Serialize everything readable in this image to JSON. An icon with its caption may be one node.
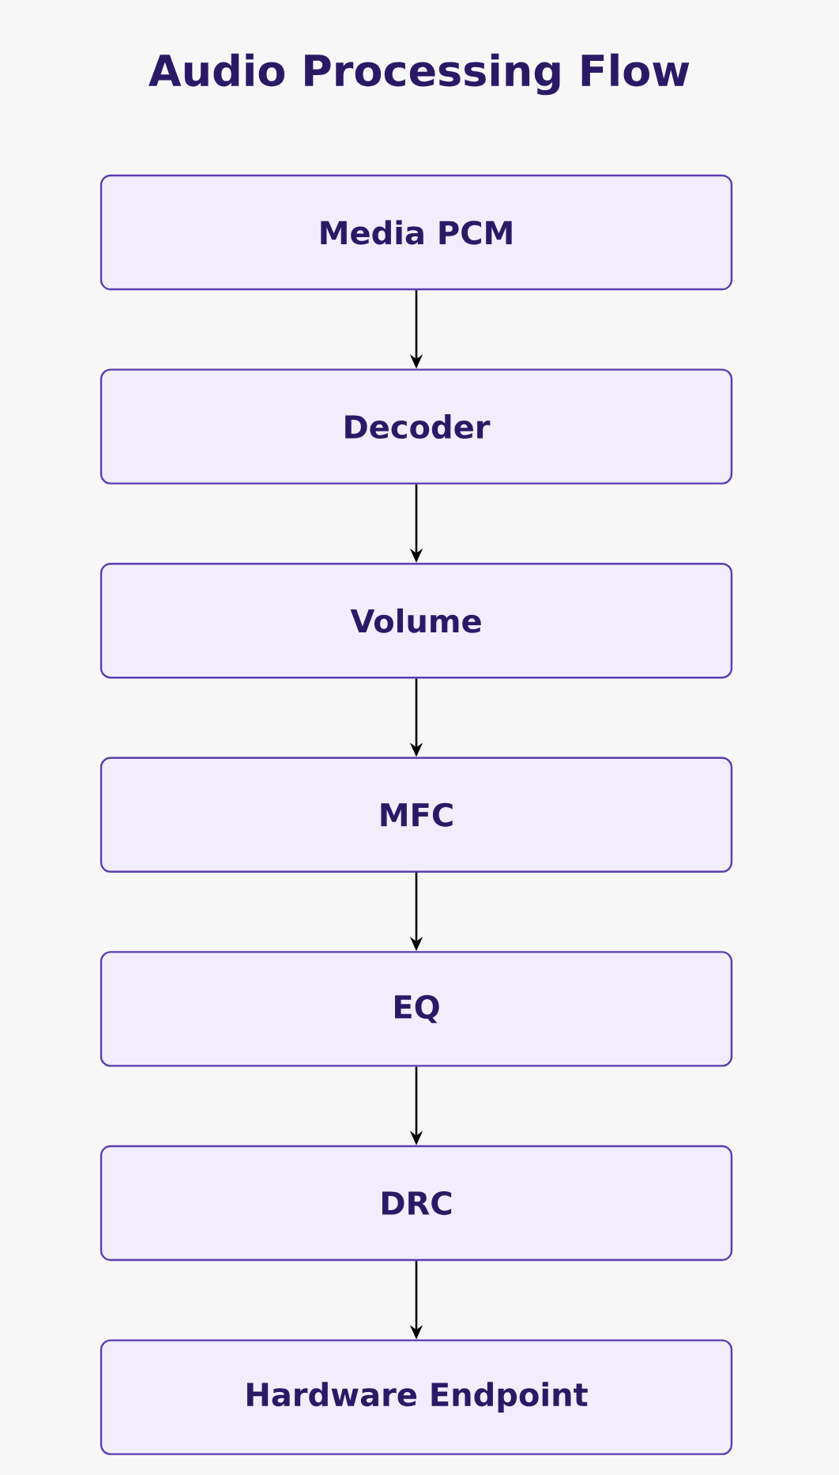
{
  "diagram": {
    "title": "Audio Processing Flow",
    "nodes": [
      {
        "text": [
          "Media PCM"
        ]
      },
      {
        "text": [
          "Decoder"
        ]
      },
      {
        "text": [
          "Volume"
        ]
      },
      {
        "text": [
          "MFC"
        ]
      },
      {
        "text": [
          "EQ"
        ]
      },
      {
        "text": [
          "DRC"
        ]
      },
      {
        "text": [
          "Hardware Endpoint"
        ]
      }
    ],
    "edges": [
      {
        "from": 0,
        "to": 1,
        "arrow": "to"
      },
      {
        "from": 1,
        "to": 2,
        "arrow": "to"
      },
      {
        "from": 2,
        "to": 3,
        "arrow": "to"
      },
      {
        "from": 3,
        "to": 4,
        "arrow": "to"
      },
      {
        "from": 4,
        "to": 5,
        "arrow": "to"
      },
      {
        "from": 5,
        "to": 6,
        "arrow": "to"
      }
    ]
  }
}
